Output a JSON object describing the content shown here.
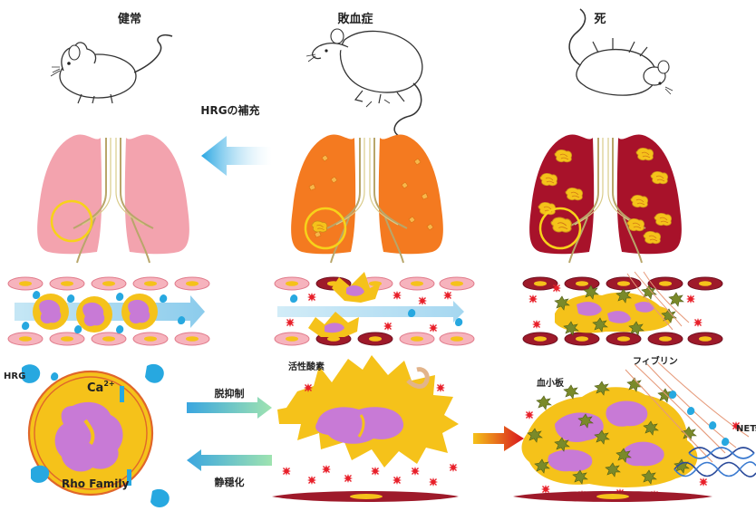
{
  "stages": {
    "healthy": "健常",
    "sepsis": "敗血症",
    "death": "死"
  },
  "labels": {
    "hrg_supplement": "HRGの補充",
    "hrg": "HRG",
    "calcium": "Ca",
    "calcium_sup": "2+",
    "rho_family": "Rho Family",
    "disinhibition": "脱抑制",
    "stabilization": "静穏化",
    "reactive_oxygen": "活性酸素",
    "platelet": "血小板",
    "fibrin": "フィブリン",
    "nets": "NETs"
  },
  "colors": {
    "healthy_lung": "#f3a3ae",
    "sepsis_lung": "#f47a20",
    "death_lung": "#a8122a",
    "neutrophil_body": "#f5c21a",
    "nucleus": "#c87ad6",
    "hrg_blue": "#27a8e0",
    "ros_red": "#e8202a",
    "platelet_green": "#7a8a2a",
    "endothelium_pink": "#f6b3bd",
    "endothelium_dark": "#9e1a2a"
  }
}
